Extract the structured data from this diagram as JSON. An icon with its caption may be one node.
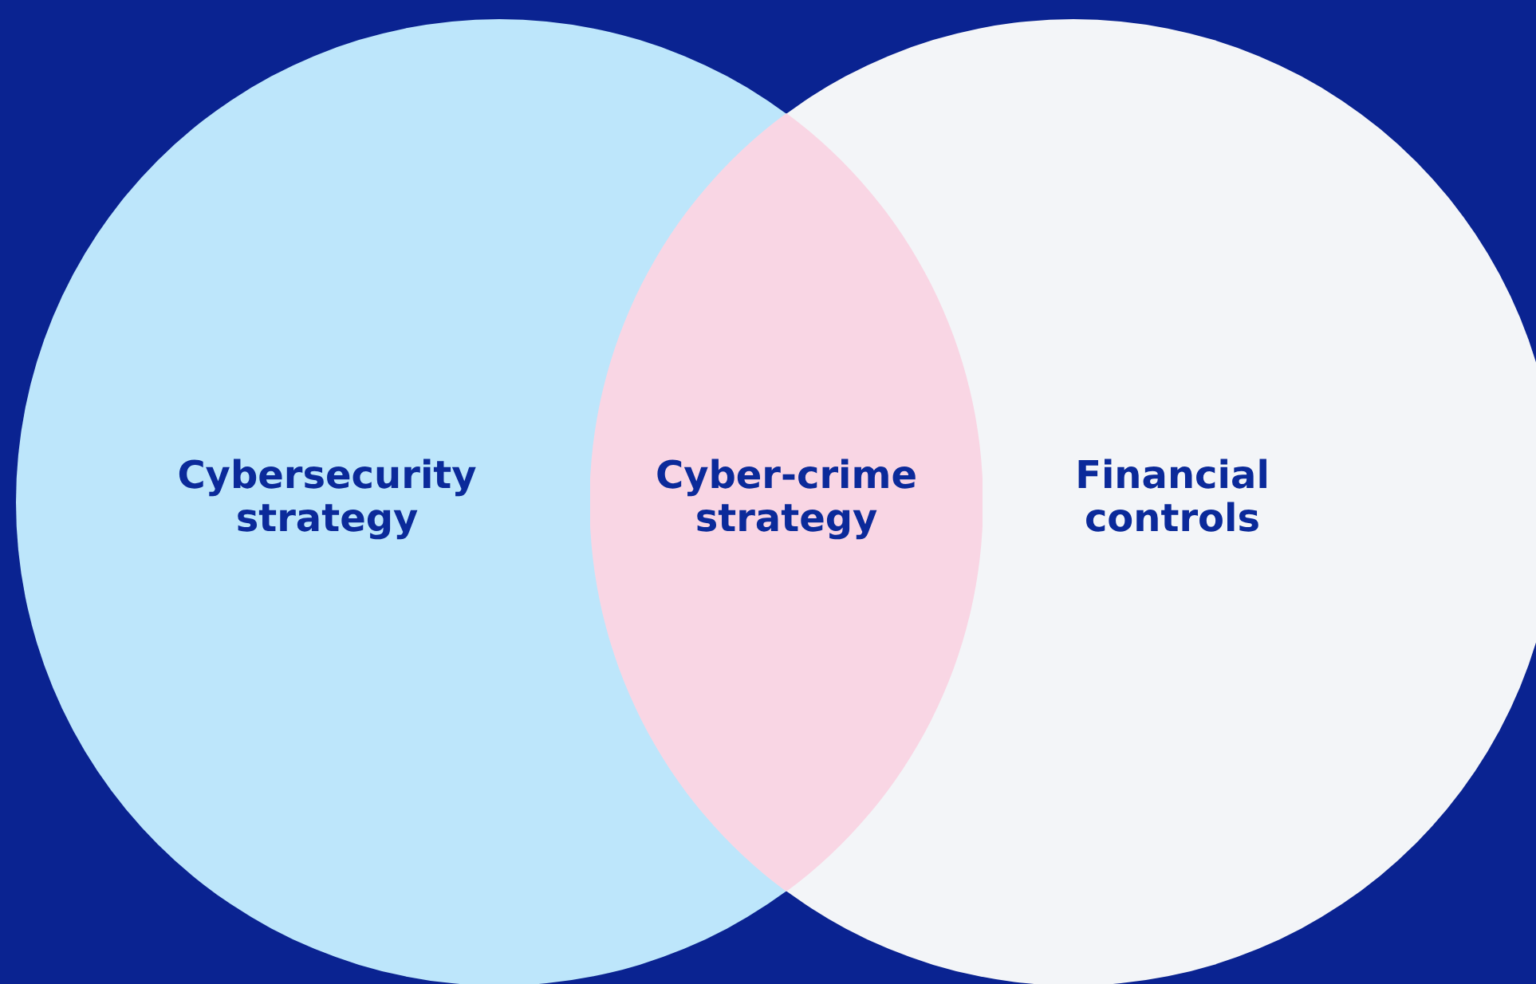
{
  "diagram": {
    "nodes": [
      {
        "text": [
          "Cybersecurity strategy"
        ]
      },
      {
        "text": [
          "Cyber-crime strategy"
        ]
      },
      {
        "text": [
          "Financial controls"
        ]
      }
    ]
  }
}
